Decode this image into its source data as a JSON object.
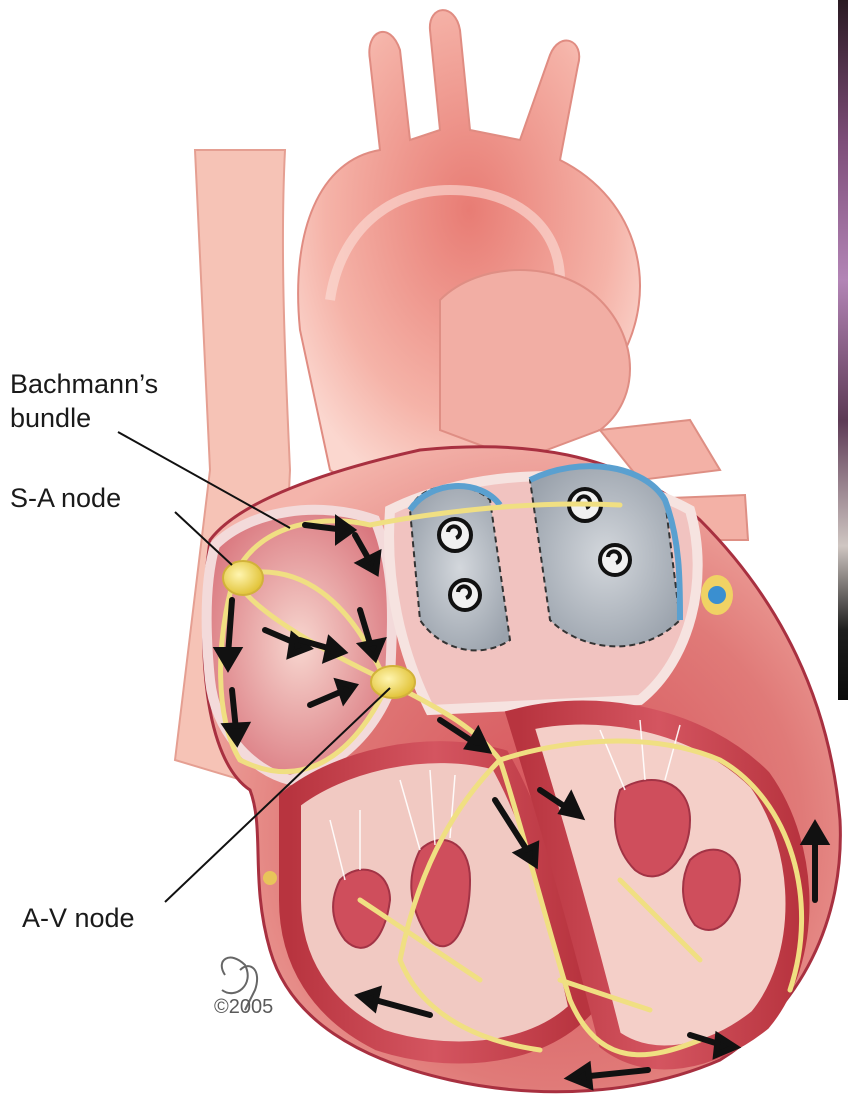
{
  "labels": {
    "bachmann_line1": "Bachmann’s",
    "bachmann_line2": "bundle",
    "sa_node": "S-A node",
    "av_node": "A-V node"
  },
  "signature": {
    "copyright": "©2005"
  },
  "colors": {
    "myocardium": "#c7454f",
    "myocardium_light": "#f3b8b2",
    "vessel": "#f1a59b",
    "conduction": "#efe08a",
    "node": "#f3dc5a",
    "valve": "#b9c0c8",
    "valve_rim": "#5aa0d0",
    "arrow": "#111111",
    "leader_line": "#111111"
  }
}
